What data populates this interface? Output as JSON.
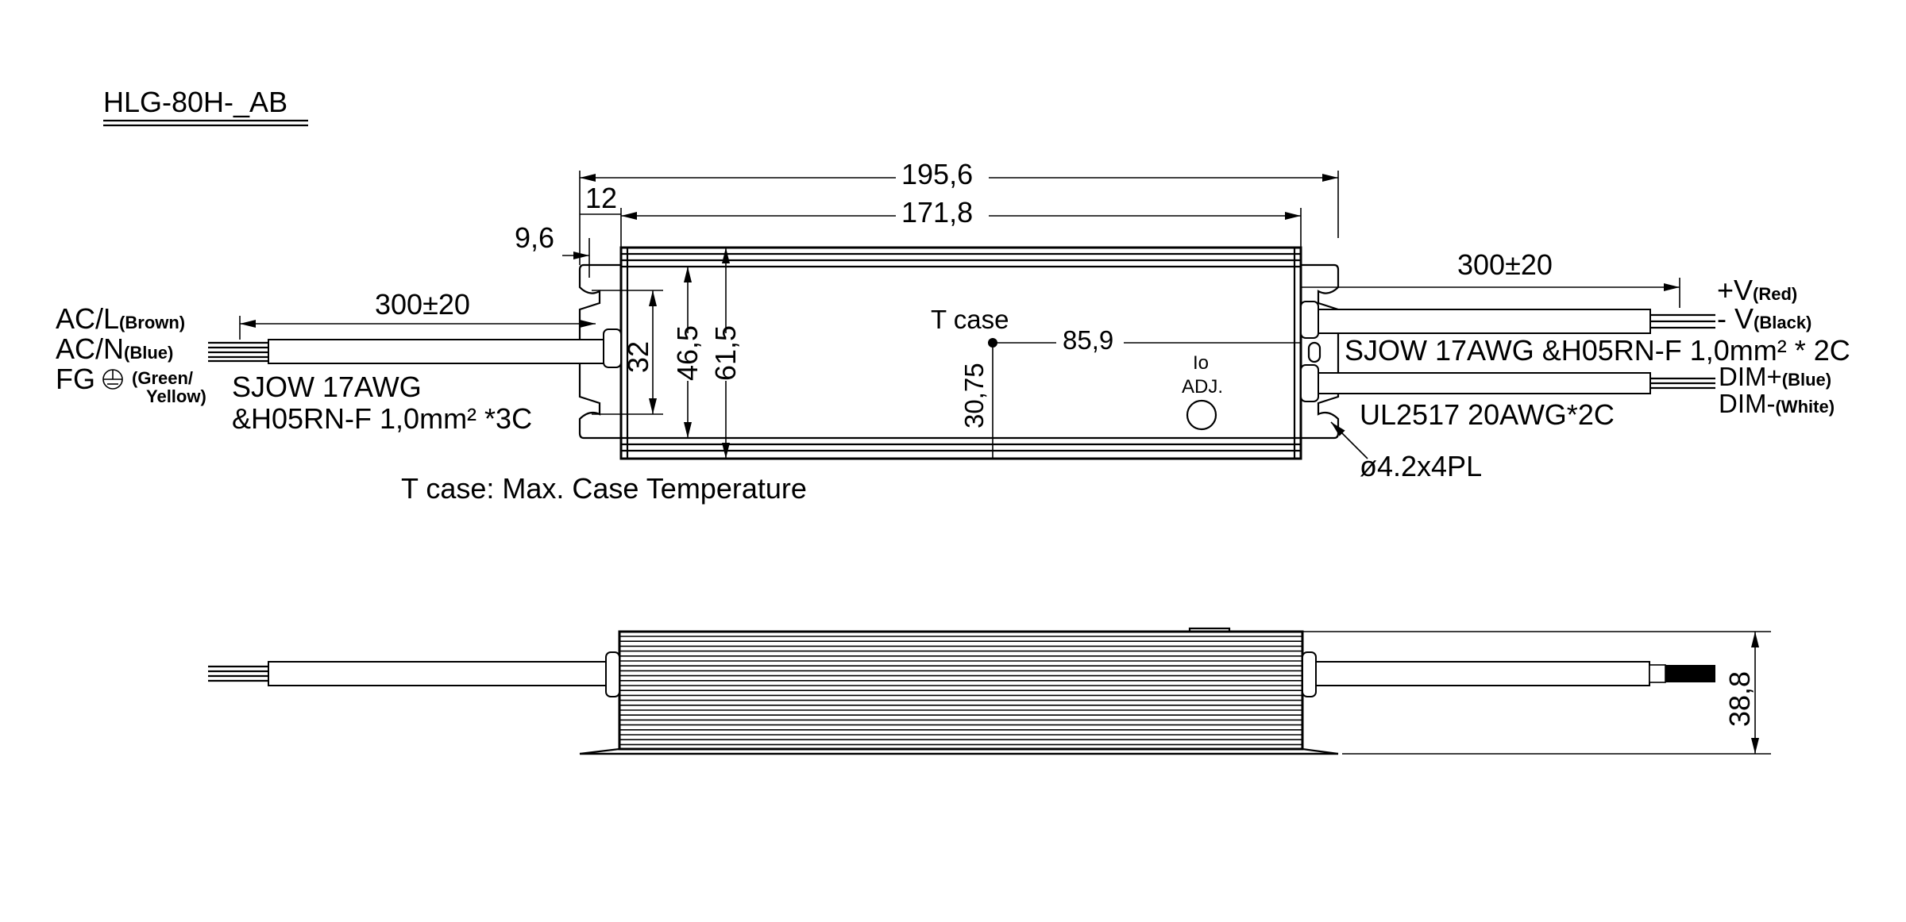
{
  "model": "HLG-80H-_AB",
  "dims": {
    "overall": "195,6",
    "body": "171,8",
    "tab": "12",
    "hole_offset": "9,6",
    "hole_spacing": "32",
    "inner_width": "46,5",
    "outer_width": "61,5",
    "tcase_x": "85,9",
    "tcase_y": "30,75",
    "height": "38,8",
    "wire_left": "300±20",
    "wire_right": "300±20"
  },
  "labels": {
    "tcase": "T case",
    "tcase_note": "T case: Max. Case Temperature",
    "io": "Io",
    "adj": "ADJ.",
    "hole": "ø4.2x4PL",
    "left_cable_1": "SJOW 17AWG",
    "left_cable_2": "&H05RN-F 1,0mm² *3C",
    "right_cable_1": "SJOW 17AWG &H05RN-F 1,0mm² * 2C",
    "right_cable_2": "UL2517 20AWG*2C"
  },
  "wires_left": {
    "acl": "AC/L",
    "acl_color": "(Brown)",
    "acn": "AC/N",
    "acn_color": "(Blue)",
    "fg": "FG",
    "fg_color_1": "(Green/",
    "fg_color_2": "Yellow)"
  },
  "wires_right": {
    "vplus": "+V",
    "vplus_color": "(Red)",
    "vminus": "- V",
    "vminus_color": "(Black)",
    "dimplus": "DIM+",
    "dimplus_color": "(Blue)",
    "dimminus": "DIM-",
    "dimminus_color": "(White)"
  }
}
